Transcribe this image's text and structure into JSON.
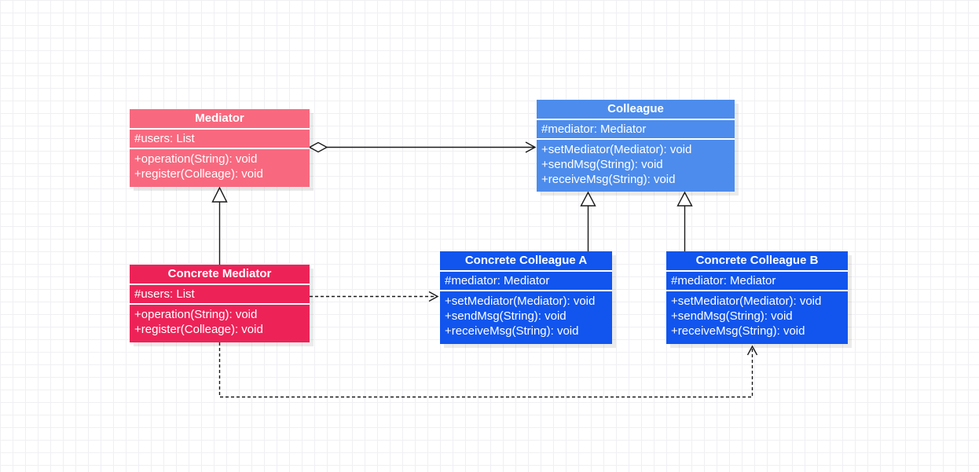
{
  "diagram": {
    "type": "uml-class-diagram",
    "pattern_name": "Mediator",
    "classes": [
      {
        "id": "mediator",
        "title": "Mediator",
        "attributes": [
          "#users: List"
        ],
        "methods": [
          "+operation(String): void",
          "+register(Colleage): void"
        ],
        "color": "#F8697F"
      },
      {
        "id": "colleague",
        "title": "Colleague",
        "attributes": [
          "#mediator: Mediator"
        ],
        "methods": [
          "+setMediator(Mediator): void",
          "+sendMsg(String): void",
          "+receiveMsg(String): void"
        ],
        "color": "#4D8CEC"
      },
      {
        "id": "concrete-mediator",
        "title": "Concrete Mediator",
        "attributes": [
          "#users: List"
        ],
        "methods": [
          "+operation(String): void",
          "+register(Colleage): void"
        ],
        "color": "#ED2358"
      },
      {
        "id": "concrete-colleague-a",
        "title": "Concrete Colleague A",
        "attributes": [
          "#mediator: Mediator"
        ],
        "methods": [
          "+setMediator(Mediator): void",
          "+sendMsg(String): void",
          "+receiveMsg(String): void"
        ],
        "color": "#1155EE"
      },
      {
        "id": "concrete-colleague-b",
        "title": "Concrete Colleague B",
        "attributes": [
          "#mediator: Mediator"
        ],
        "methods": [
          "+setMediator(Mediator): void",
          "+sendMsg(String): void",
          "+receiveMsg(String): void"
        ],
        "color": "#1155EE"
      }
    ],
    "relationships": [
      {
        "type": "aggregation",
        "from": "mediator",
        "to": "colleague",
        "line": "solid",
        "source_marker": "hollow-diamond",
        "target_marker": "open-arrow"
      },
      {
        "type": "inheritance",
        "from": "concrete-mediator",
        "to": "mediator",
        "line": "solid",
        "target_marker": "hollow-triangle"
      },
      {
        "type": "inheritance",
        "from": "concrete-colleague-a",
        "to": "colleague",
        "line": "solid",
        "target_marker": "hollow-triangle"
      },
      {
        "type": "inheritance",
        "from": "concrete-colleague-b",
        "to": "colleague",
        "line": "solid",
        "target_marker": "hollow-triangle"
      },
      {
        "type": "dependency",
        "from": "concrete-mediator",
        "to": "concrete-colleague-a",
        "line": "dashed",
        "target_marker": "open-arrow"
      },
      {
        "type": "dependency",
        "from": "concrete-mediator",
        "to": "concrete-colleague-b",
        "line": "dashed",
        "target_marker": "open-arrow"
      }
    ],
    "colors": {
      "mediator_fill": "#F8697F",
      "concrete_mediator_fill": "#ED2358",
      "colleague_fill": "#4D8CEC",
      "concrete_colleague_fill": "#1155EE",
      "class_text": "#FFFFFF",
      "separator": "#FFFFFF",
      "edge_stroke": "#1A1A1A",
      "grid_line": "#F0F0F3",
      "background": "#FFFFFF"
    }
  }
}
